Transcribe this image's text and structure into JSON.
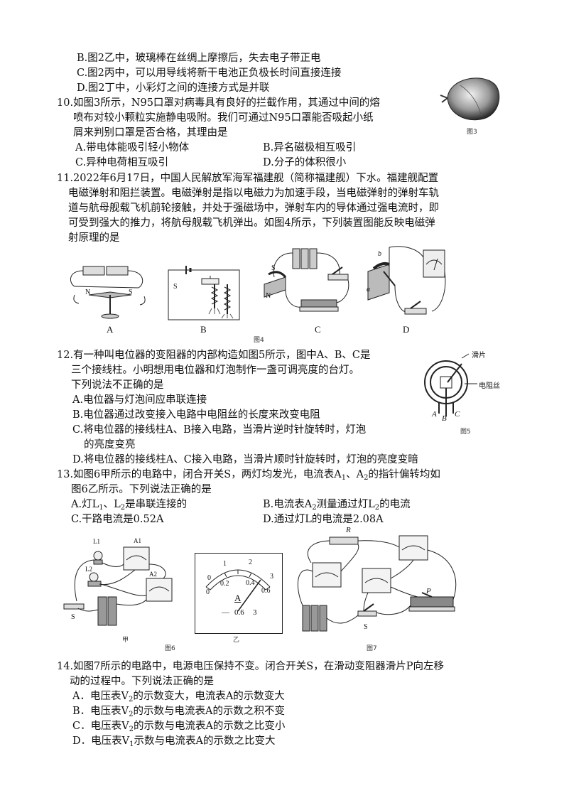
{
  "q9": {
    "B": "B.图2乙中，玻璃棒在丝绸上摩擦后，失去电子带正电",
    "C": "C.图2丙中，可以用导线将新干电池正负极长时间直接连接",
    "D": "D.图2丁中，小彩灯之间的连接方式是并联"
  },
  "q10": {
    "l1": "10.如图3所示，N95口罩对病毒具有良好的拦截作用，其通过中间的熔",
    "l2": "喷布对较小颗粒实施静电吸附。我们可通过N95口罩能否吸起小纸",
    "l3": "屑来判别口罩是否合格，其理由是",
    "A": "A.带电体能吸引轻小物体",
    "B": "B.异名磁极相互吸引",
    "C": "C.异种电荷相互吸引",
    "D": "D.分子的体积很小",
    "fig": "图3"
  },
  "q11": {
    "l1": "11.2022年6月17日，中国人民解放军海军福建舰（简称福建舰）下水。福建舰配置",
    "l2": "电磁弹射和阻拦装置。电磁弹射是指以电磁力为加速手段，当电磁弹射的弹射车轨",
    "l3": "道与航母舰载飞机前轮接触，并处于强磁场中，弹射车内的导体通过强电流时，即",
    "l4": "可受到强大的推力，将航母舰载飞机弹出。如图4所示，下列装置图能反映电磁弹",
    "l5": "射原理的是",
    "fig": "图4",
    "labels": [
      "A",
      "B",
      "C",
      "D"
    ],
    "n": "N",
    "s": "S",
    "s2": "S",
    "a": "a",
    "b": "b"
  },
  "q12": {
    "l1": "12.有一种叫电位器的变阻器的内部构造如图5所示，图中A、B、C是",
    "l2": "三个接线柱。小明想用电位器和灯泡制作一盏可调亮度的台灯。",
    "l3": "下列说法不正确的是",
    "A": "A.电位器与灯泡间应串联连接",
    "B": "B.电位器通过改变接入电路中电阻丝的长度来改变电阻",
    "C1": "C.将电位器的接线柱A、B接入电路，当滑片逆时针旋转时，灯泡",
    "C2": "的亮度变亮",
    "D": "D.将电位器的接线柱A、C接入电路，当滑片顺时针旋转时，灯泡的亮度变暗",
    "fig": "图5",
    "slider": "滑片",
    "wire": "电阻丝",
    "pa": "A",
    "pb": "B",
    "pc": "C"
  },
  "q13": {
    "l1": "13.如图6甲所示的电路中，闭合开关S，两灯均发光，电流表A",
    "l1s": "1",
    "l1b": "、A",
    "l1s2": "2",
    "l1c": "的指针偏转均如",
    "l2": "图6乙所示。下列说法正确的是",
    "A": "A.灯L",
    "As1": "1",
    "Am": "、L",
    "As2": "2",
    "Ae": "是串联连接的",
    "B": "B.电流表A",
    "Bs": "2",
    "Bm": "测量通过灯L",
    "Bs2": "2",
    "Be": "的电流",
    "C": "C.干路电流是0.52A",
    "D": "D.通过灯L的电流是2.08A",
    "fig6": "图6",
    "fig7": "图7",
    "jia": "甲",
    "yi": "乙",
    "scale_top": [
      "0",
      "1",
      "2",
      "3"
    ],
    "scale_bot": [
      "0",
      "0.2",
      "0.4",
      "0.6"
    ],
    "meter_unit": "A",
    "term": [
      "—",
      "0.6",
      "3"
    ],
    "L1": "L1",
    "L2": "L2",
    "A1": "A1",
    "A2": "A2",
    "S": "S",
    "R": "R",
    "P": "P",
    "S7": "S"
  },
  "q14": {
    "l1": "14.如图7所示的电路中，电源电压保持不变。闭合开关S，在滑动变阻器滑片P向左移",
    "l2": "动的过程中。下列说法正确的是",
    "A": "A．电压表V",
    "As": "2",
    "Ae": "的示数变大，电流表A的示数变大",
    "B": "B．电压表V",
    "Bs": "2",
    "Be": "的示数与电流表A的示数之积不变",
    "C": "C．电压表V",
    "Cs": "2",
    "Ce": "的示数与电流表A的示数之比变小",
    "D": "D．电压表V",
    "Ds": "1",
    "De": "示数与电流表A的示数之比变大"
  }
}
